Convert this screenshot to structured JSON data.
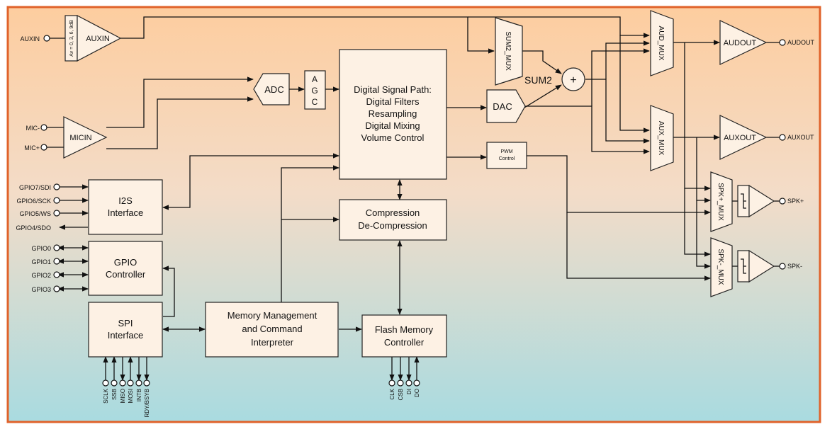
{
  "input_pins": {
    "auxin": "AUXIN",
    "mic_minus": "MIC-",
    "mic_plus": "MIC+",
    "gpio7": "GPIO7/SDI",
    "gpio6": "GPIO6/SCK",
    "gpio5": "GPIO5/WS",
    "gpio4": "GPIO4/SDO",
    "gpio0": "GPIO0",
    "gpio1": "GPIO1",
    "gpio2": "GPIO2",
    "gpio3": "GPIO3"
  },
  "output_pins": {
    "audout": "AUDOUT",
    "auxout": "AUXOUT",
    "spk_plus": "SPK+",
    "spk_minus": "SPK-"
  },
  "amps": {
    "auxin": "AUXIN",
    "auxin_gain": "Av = 0, 3, 6, 9dB",
    "micin": "MICIN",
    "audout": "AUDOUT",
    "auxout": "AUXOUT"
  },
  "blocks": {
    "adc": "ADC",
    "agc": [
      "A",
      "G",
      "C"
    ],
    "dsp": [
      "Digital Signal Path:",
      "Digital Filters",
      "Resampling",
      "Digital Mixing",
      "Volume Control"
    ],
    "dac": "DAC",
    "pwm": [
      "PWM",
      "Control"
    ],
    "i2s": [
      "I2S",
      "Interface"
    ],
    "gpio": [
      "GPIO",
      "Controller"
    ],
    "spi": [
      "SPI",
      "Interface"
    ],
    "compression": [
      "Compression",
      "De-Compression"
    ],
    "memory": [
      "Memory Management",
      "and Command",
      "Interpreter"
    ],
    "flash": [
      "Flash Memory",
      "Controller"
    ]
  },
  "muxes": {
    "sum2_mux": "SUM2_MUX",
    "aud_mux": "AUD_MUX",
    "aux_mux": "AUX_MUX",
    "spk_plus_mux": "SPK+_MUX",
    "spk_minus_mux": "SPK-_MUX"
  },
  "sum2": {
    "label": "SUM2",
    "symbol": "+"
  },
  "spi_pins": [
    "SCLK",
    "SSB",
    "MISO",
    "MOSI",
    "INTB",
    "RDY/BSYB"
  ],
  "flash_pins": [
    "CLK",
    "CSB",
    "DI",
    "DO"
  ],
  "colors": {
    "border": "#e0622a",
    "gradient_top": "#fdcd9f",
    "gradient_bottom": "#a9dbe0",
    "block_fill": "#fdf1e4",
    "line": "#111111"
  }
}
